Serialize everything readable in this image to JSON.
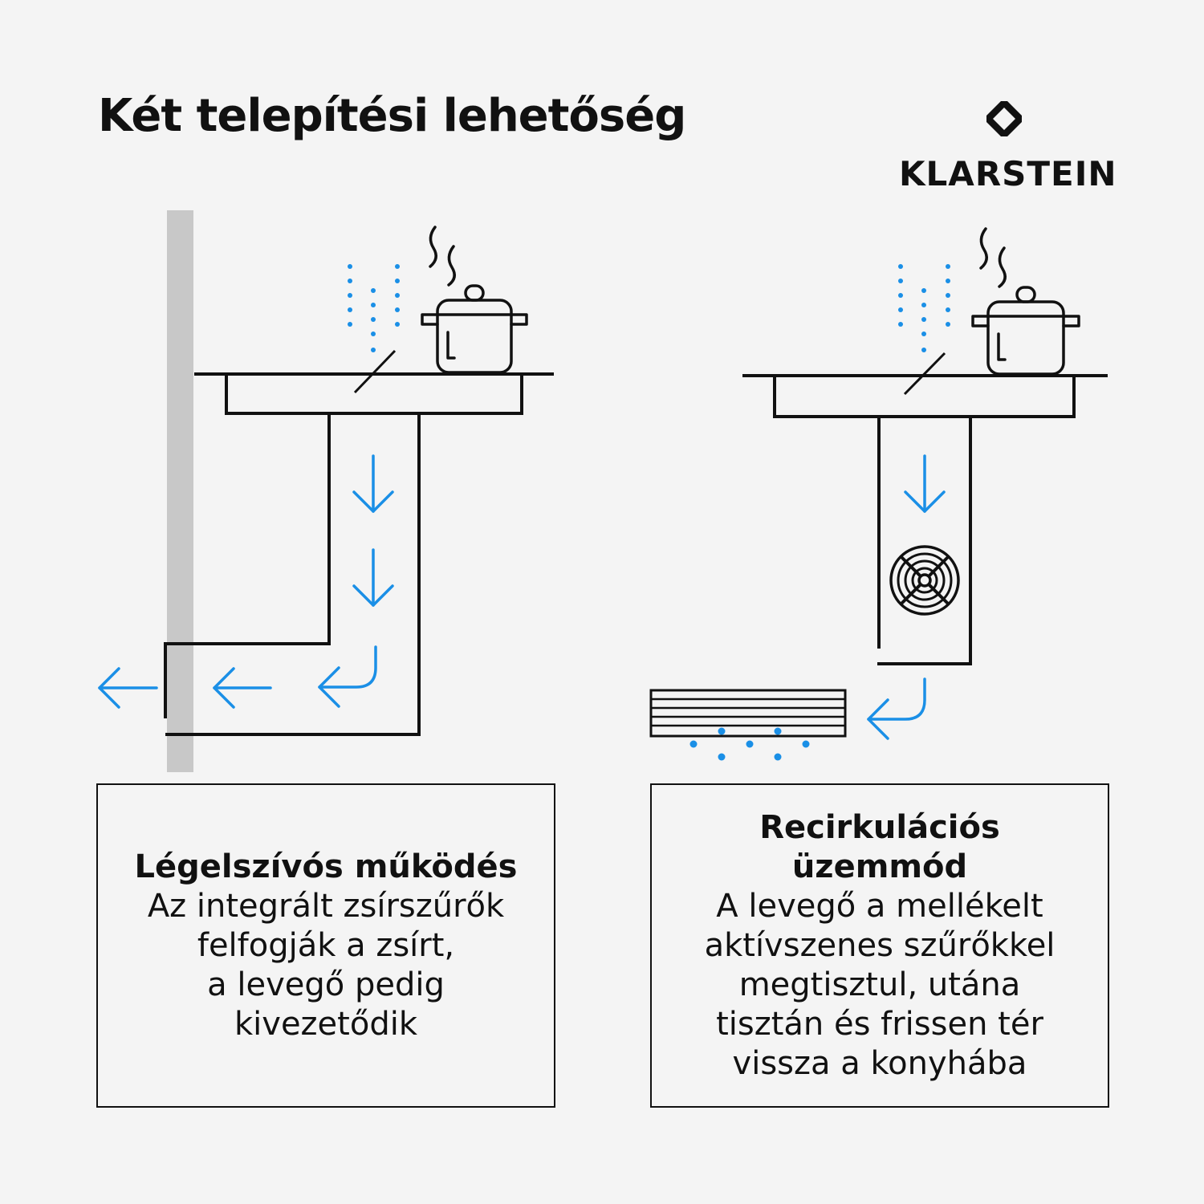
{
  "title": "Két telepítési lehetőség",
  "brand": {
    "name": "KLARSTEIN"
  },
  "colors": {
    "accent": "#1a8fe6",
    "ink": "#111111",
    "wall": "#c8c8c8",
    "background": "#f4f4f4"
  },
  "options": [
    {
      "heading": "Légelszívós működés",
      "lines": [
        "Az integrált zsírszűrők",
        "felfogják a zsírt,",
        "a levegő pedig",
        "kivezetődik"
      ]
    },
    {
      "heading_lines": [
        "Recirkulációs",
        "üzemmód"
      ],
      "lines": [
        "A levegő a mellékelt",
        "aktívszenes szűrőkkel",
        "megtisztul, utána",
        "tisztán és frissen tér",
        "vissza a konyhába"
      ]
    }
  ]
}
